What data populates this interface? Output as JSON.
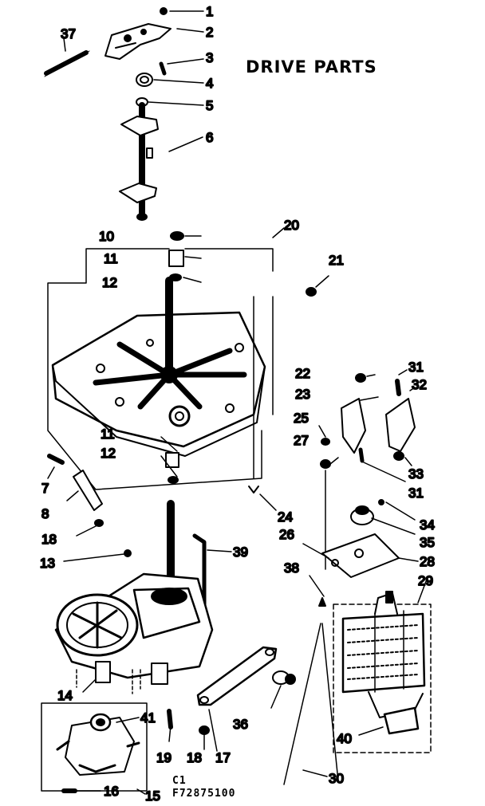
{
  "title": "DRIVE PARTS",
  "footer": {
    "sheet": "C1",
    "code": "F72875100"
  },
  "callouts": [
    "1",
    "2",
    "3",
    "4",
    "5",
    "6",
    "37",
    "10",
    "11",
    "12",
    "20",
    "21",
    "22",
    "23",
    "31",
    "32",
    "25",
    "27",
    "33",
    "31",
    "11",
    "12",
    "7",
    "8",
    "18",
    "24",
    "34",
    "35",
    "26",
    "28",
    "13",
    "39",
    "38",
    "29",
    "14",
    "41",
    "36",
    "40",
    "19",
    "18",
    "17",
    "16",
    "15",
    "30"
  ]
}
